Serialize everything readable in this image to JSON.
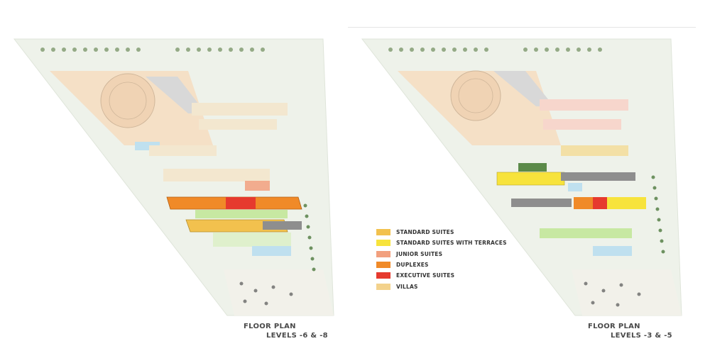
{
  "plans": [
    {
      "caption_line1": "FLOOR PLAN",
      "caption_line2": "LEVELS -6 & -8"
    },
    {
      "caption_line1": "FLOOR PLAN",
      "caption_line2": "LEVELS -3 & -5"
    }
  ],
  "legend": [
    {
      "label": "STANDARD SUITES",
      "color": "#f2c14e"
    },
    {
      "label": "STANDARD SUITES WITH TERRACES",
      "color": "#f7e33c"
    },
    {
      "label": "JUNIOR SUITES",
      "color": "#f2a07e"
    },
    {
      "label": "DUPLEXES",
      "color": "#f08a28"
    },
    {
      "label": "EXECUTIVE SUITES",
      "color": "#e63a2e"
    },
    {
      "label": "VILLAS",
      "color": "#f3d28c"
    }
  ],
  "colors": {
    "site_base": "#eef2ea",
    "pale_tan": "#f6ddc0",
    "pale_roof": "#f3e7cf",
    "building_gray": "#8e8e8e",
    "lawn": "#c7e8a2",
    "pool": "#bfe0ef",
    "tree": "#6f8c5c"
  }
}
